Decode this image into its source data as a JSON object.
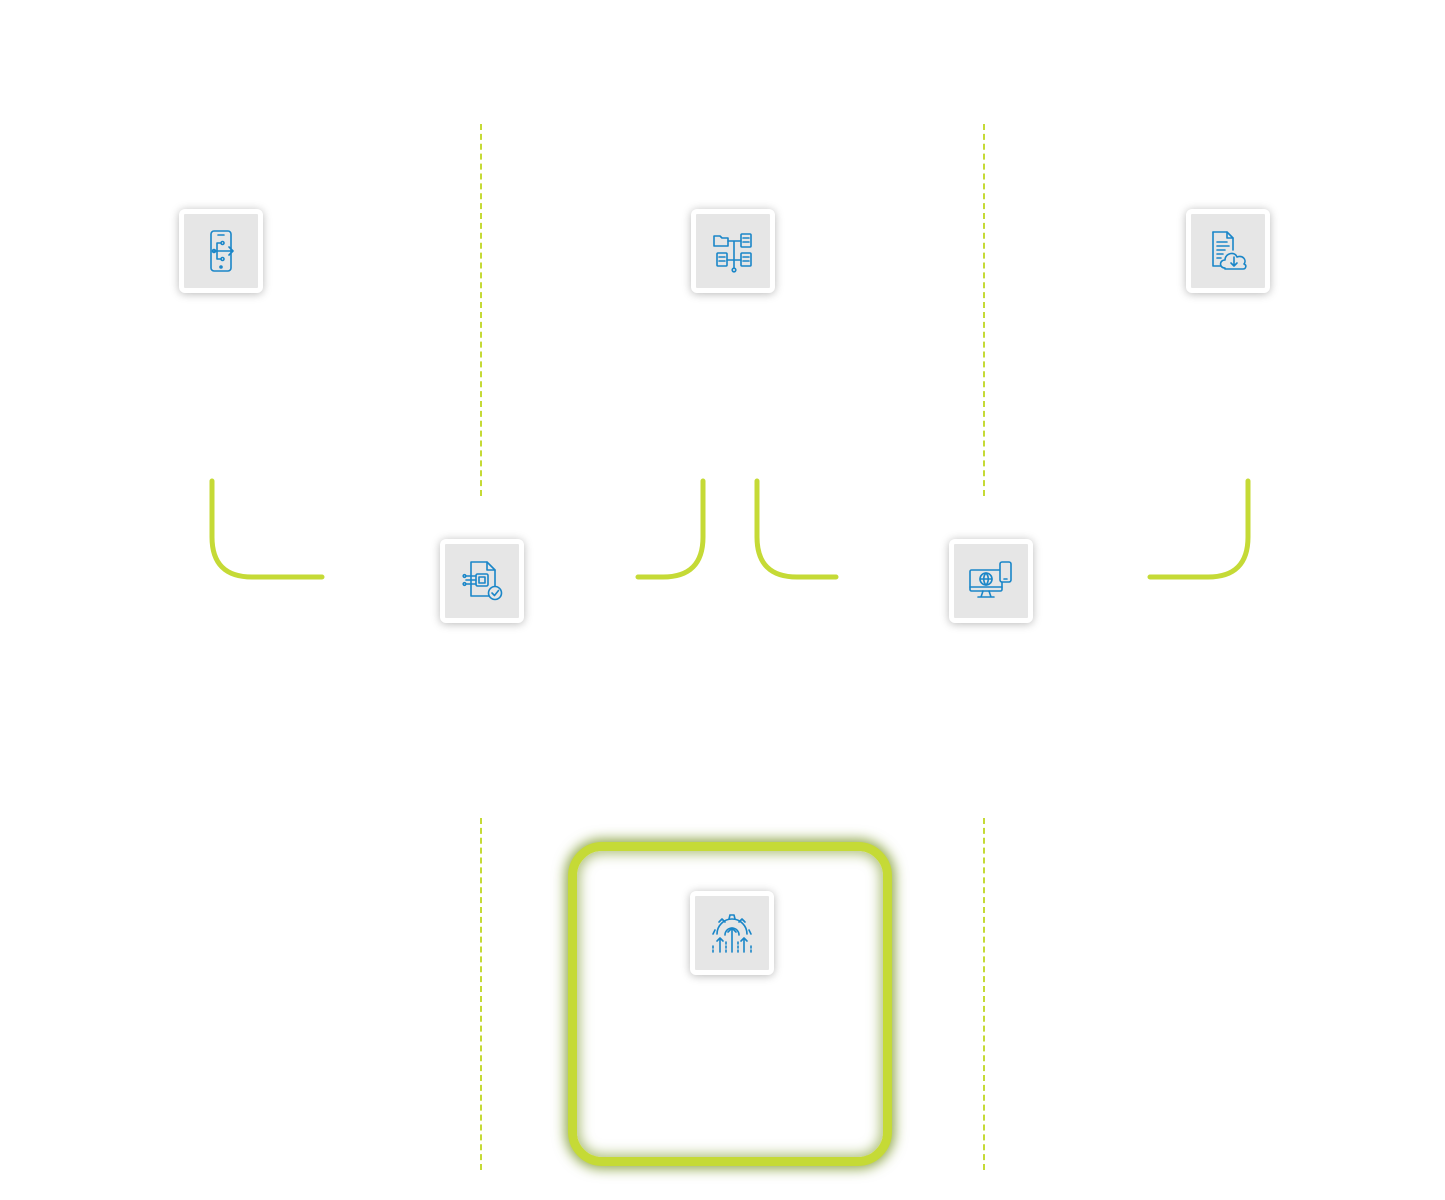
{
  "colors": {
    "accent": "#c5da36",
    "icon_stroke": "#1a86c8",
    "tile_fill": "#e6e6e6",
    "tile_border": "#ffffff"
  },
  "nodes": [
    {
      "id": "node-1",
      "icon": "smartphone-circuit-icon",
      "label": ""
    },
    {
      "id": "node-2",
      "icon": "document-chip-check-icon",
      "label": ""
    },
    {
      "id": "node-3",
      "icon": "folder-hierarchy-icon",
      "label": ""
    },
    {
      "id": "node-4",
      "icon": "monitor-globe-device-icon",
      "label": ""
    },
    {
      "id": "node-5",
      "icon": "document-cloud-download-icon",
      "label": ""
    },
    {
      "id": "node-6",
      "icon": "gear-growth-arrows-icon",
      "label": ""
    }
  ]
}
